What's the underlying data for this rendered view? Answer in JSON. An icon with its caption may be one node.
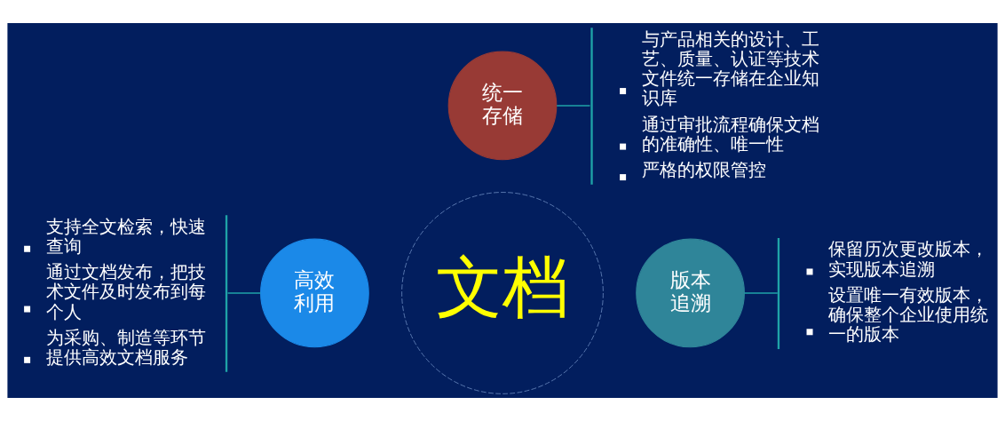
{
  "diagram": {
    "nodes": [
      {
        "text": [
          "文档"
        ]
      },
      {
        "text": [
          "统一存储"
        ]
      },
      {
        "text": [
          "与产品相关的设计、工艺、质量、认证等技术文件统一存储在企业知识库",
          "通过审批流程确保文档的准确性、唯一性",
          "严格的权限管控"
        ]
      },
      {
        "text": [
          "高效利用"
        ]
      },
      {
        "text": [
          "支持全文检索，快速查询",
          "通过文档发布，把技术文件及时发布到每个人",
          "为采购、制造等环节提供高效文档服务"
        ]
      },
      {
        "text": [
          "版本追溯"
        ]
      },
      {
        "text": [
          "保留历次更改版本，实现版本追溯",
          "设置唯一有效版本，确保整个企业使用统一的版本"
        ]
      }
    ],
    "edges": [
      {
        "from": 1,
        "to": 2,
        "arrow": "none"
      },
      {
        "from": 4,
        "to": 3,
        "arrow": "none"
      },
      {
        "from": 5,
        "to": 6,
        "arrow": "none"
      }
    ]
  }
}
